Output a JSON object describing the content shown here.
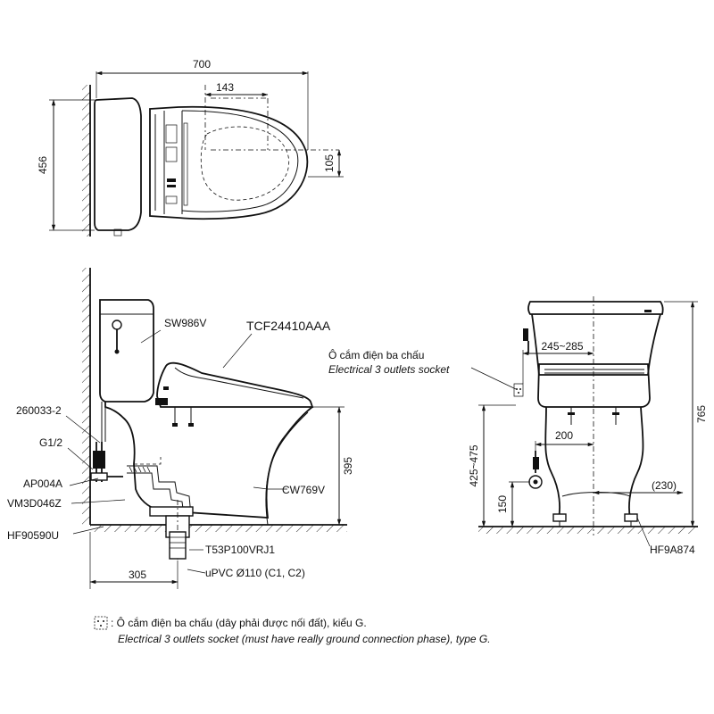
{
  "dimensions": {
    "top_width": "700",
    "top_depth": "456",
    "top_143": "143",
    "top_105": "105",
    "side_395": "395",
    "side_305": "305",
    "front_245_285": "245~285",
    "front_200": "200",
    "front_425_475": "425~475",
    "front_150": "150",
    "front_230": "(230)",
    "front_765": "765"
  },
  "parts": {
    "tank": "SW986V",
    "seat": "TCF24410AAA",
    "bowl": "CW769V",
    "valve": "260033-2",
    "thread": "G1/2",
    "hose": "AP004A",
    "drain_part": "VM3D046Z",
    "flange": "HF90590U",
    "outlet": "T53P100VRJ1",
    "pipe": "uPVC Ø110 (C1, C2)",
    "bolt": "HF9A874"
  },
  "socket": {
    "vi": "Ô cắm điện ba chấu",
    "en": "Electrical 3 outlets socket"
  },
  "note": {
    "vi": ": Ô cắm điện ba chấu (dây phải được nối đất), kiểu G.",
    "en": "Electrical 3 outlets socket (must have really ground connection phase), type G."
  }
}
